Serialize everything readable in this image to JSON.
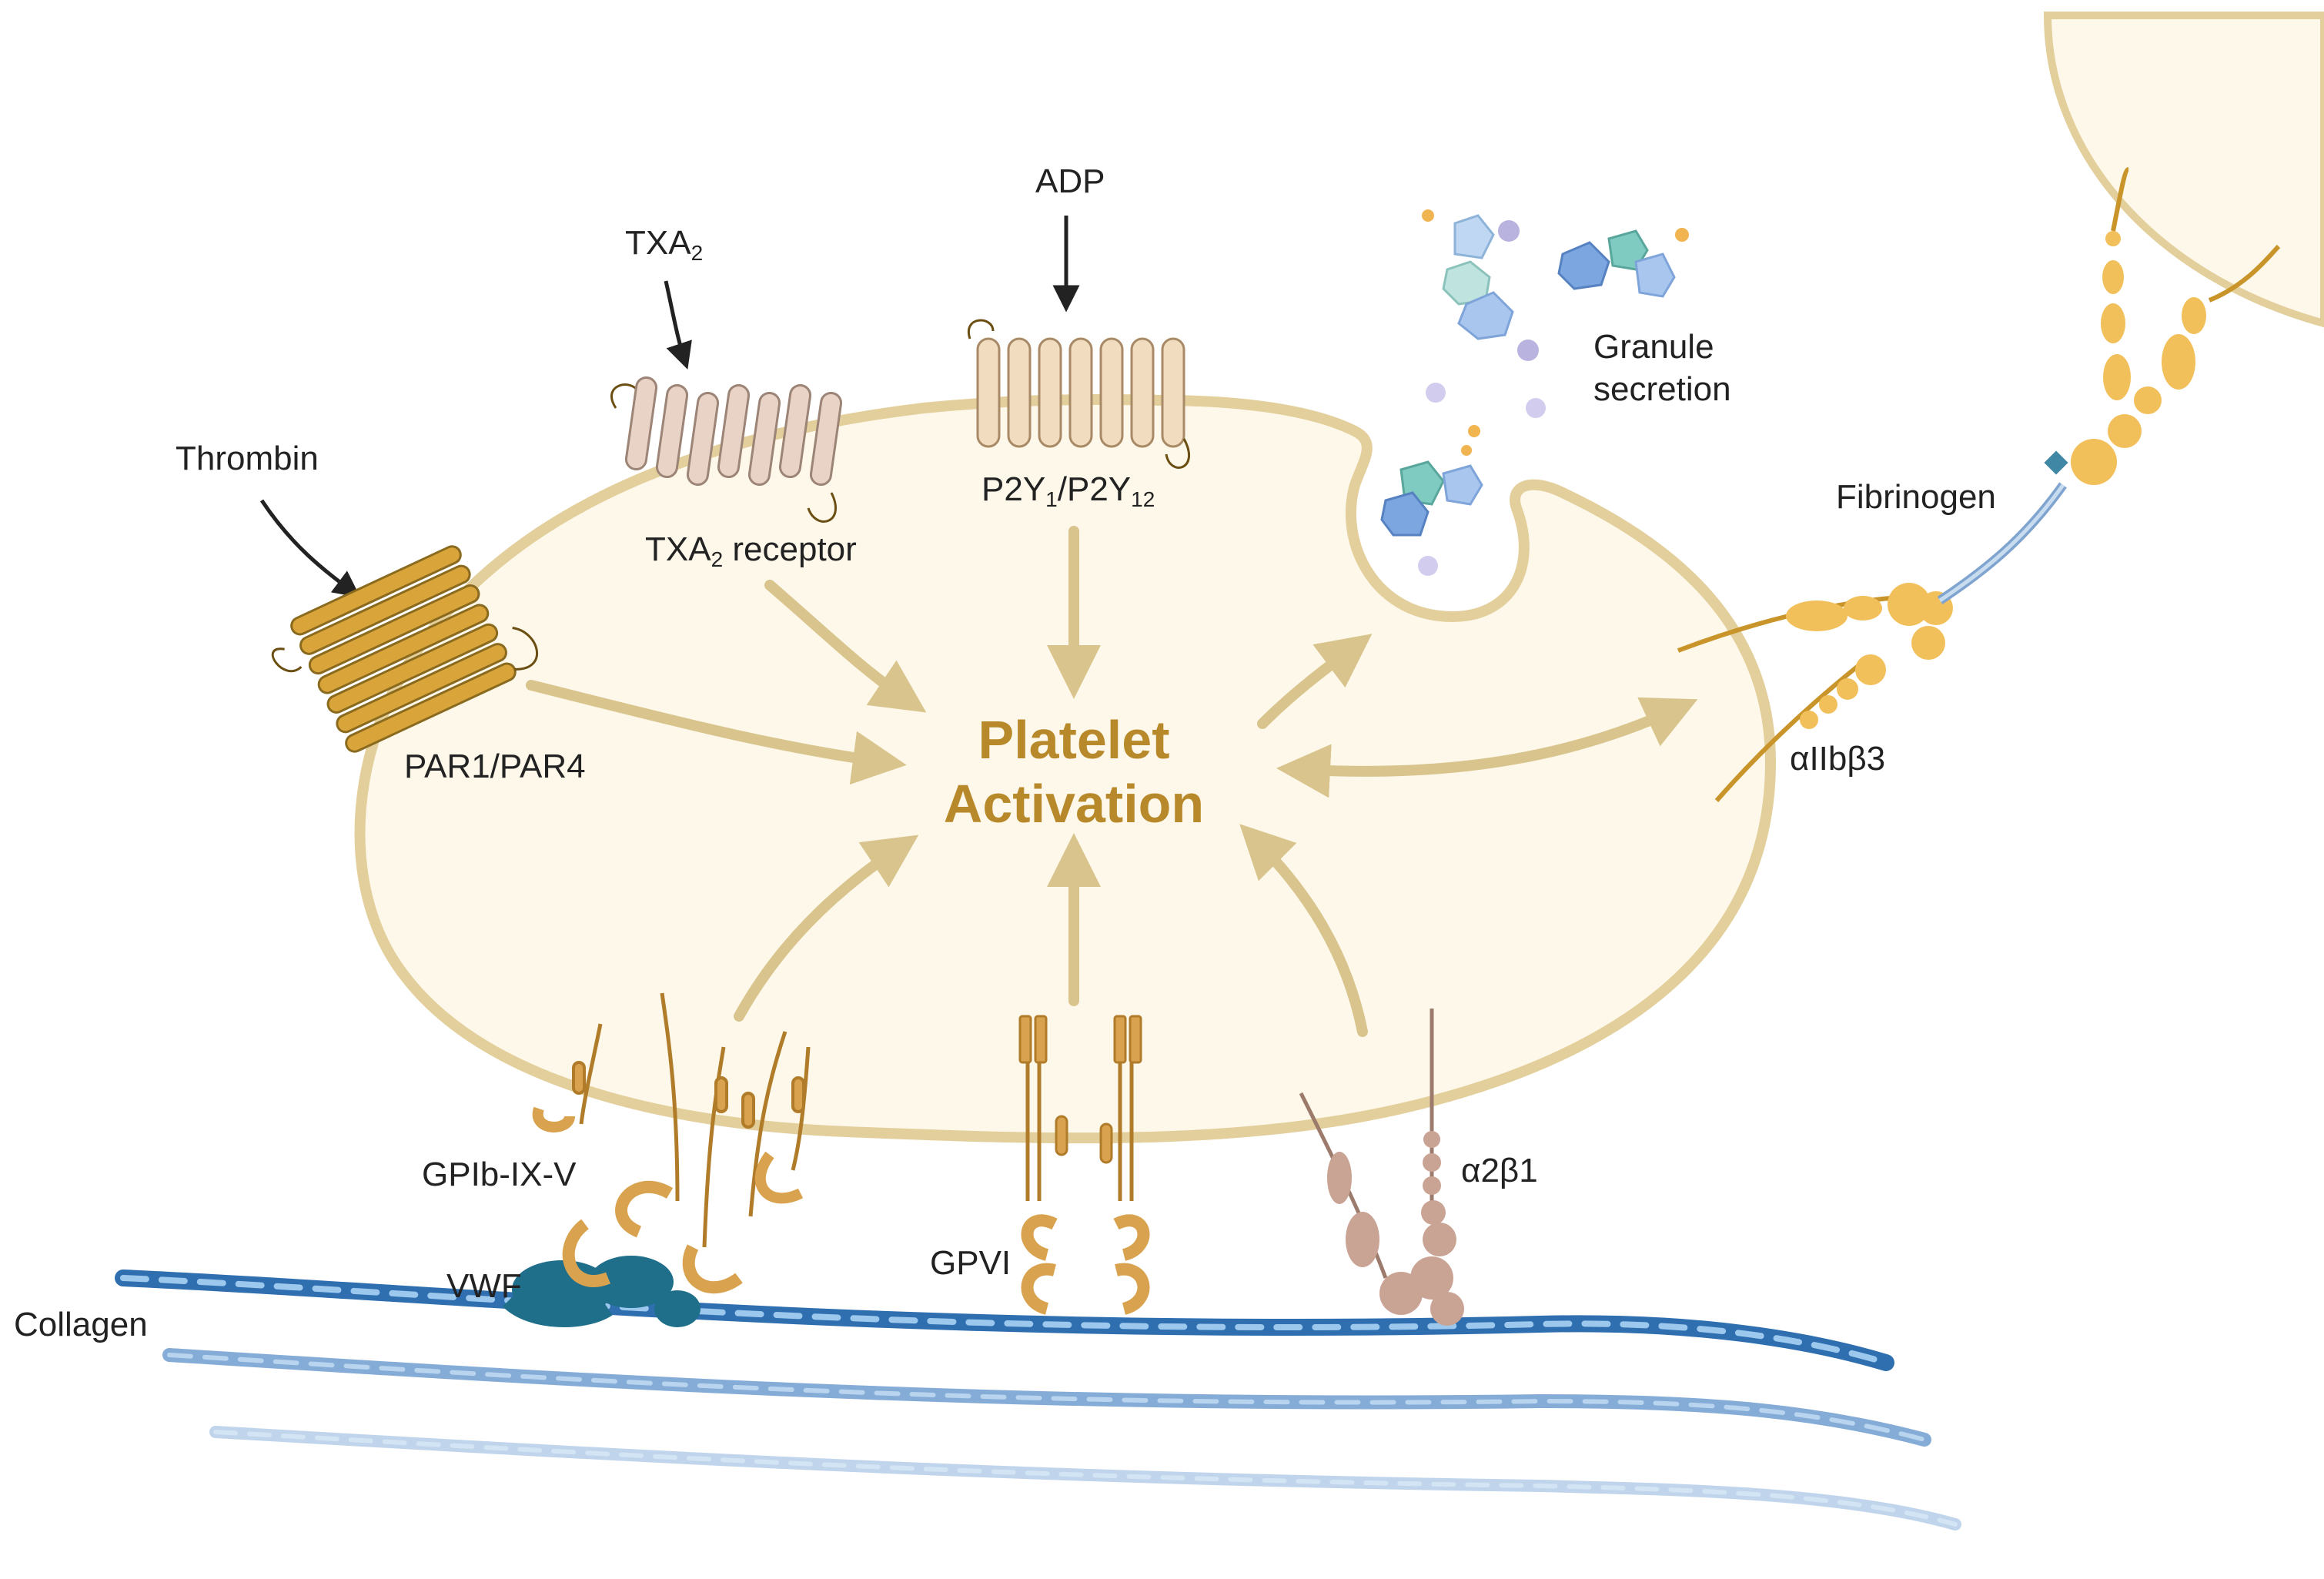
{
  "labels": {
    "thrombin": "Thrombin",
    "par": "PAR1/PAR4",
    "txa2": {
      "base": "TXA",
      "sub": "2"
    },
    "txa2_receptor": {
      "base": "TXA",
      "sub": "2",
      "tail": " receptor"
    },
    "adp": "ADP",
    "p2y": {
      "a": "P2Y",
      "sub1": "1",
      "slash": "/P2Y",
      "sub2": "12"
    },
    "granule_line1": "Granule",
    "granule_line2": "secretion",
    "fibrinogen": "Fibrinogen",
    "integrin_aiib": "αIIbβ3",
    "platelet_line1": "Platelet",
    "platelet_line2": "Activation",
    "gpib": "GPIb-IX-V",
    "vwf": "VWF",
    "collagen": "Collagen",
    "gpvi": "GPVI",
    "a2b1": "α2β1"
  },
  "colors": {
    "cell_fill": "#fdf8e9",
    "cell_stroke": "#e3cf9b",
    "arrow": "#d8c48c",
    "title": "#b8892a",
    "receptor_gold": "#d9a53a",
    "receptor_outline": "#8a6a1e",
    "txa_receptor": "#e8d3c6",
    "p2y_receptor": "#f1dcc0",
    "gp_receptor": "#d9a24e",
    "a2b1": "#c9a393",
    "aiib": "#f2c05a",
    "vwf": "#1f6f8b",
    "collagen_dark": "#2f6fb0",
    "collagen_light": "#9cc8ee"
  }
}
